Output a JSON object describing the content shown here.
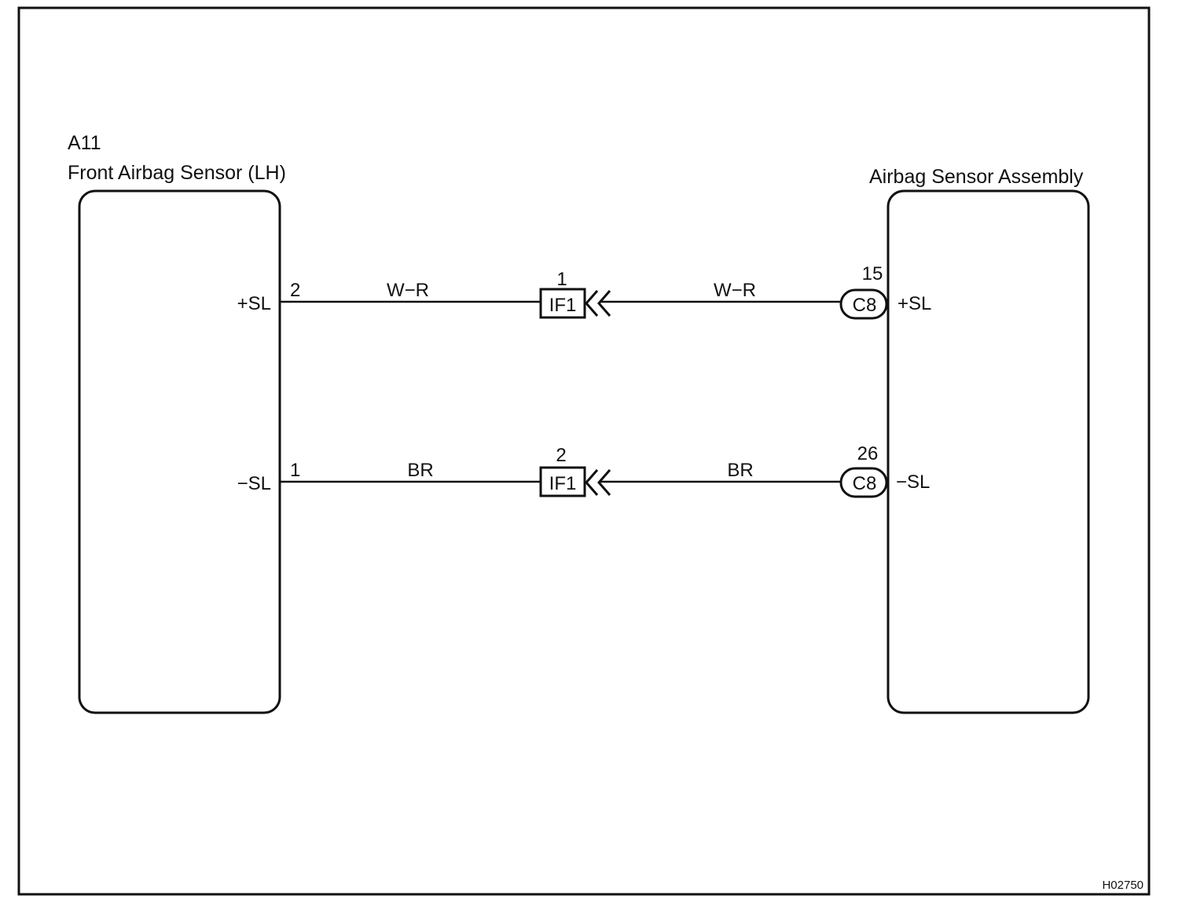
{
  "left_component": {
    "code": "A11",
    "name": "Front Airbag Sensor (LH)",
    "terminals": [
      {
        "label": "+SL",
        "pin": "2"
      },
      {
        "label": "−SL",
        "pin": "1"
      }
    ]
  },
  "right_component": {
    "name": "Airbag Sensor Assembly",
    "terminals": [
      {
        "label": "+SL",
        "pin": "15",
        "connector": "C8"
      },
      {
        "label": "−SL",
        "pin": "26",
        "connector": "C8"
      }
    ]
  },
  "wires": [
    {
      "left_color": "W−R",
      "right_color": "W−R",
      "junction": "IF1",
      "junction_pin": "1"
    },
    {
      "left_color": "BR",
      "right_color": "BR",
      "junction": "IF1",
      "junction_pin": "2"
    }
  ],
  "figure_id": "H02750"
}
